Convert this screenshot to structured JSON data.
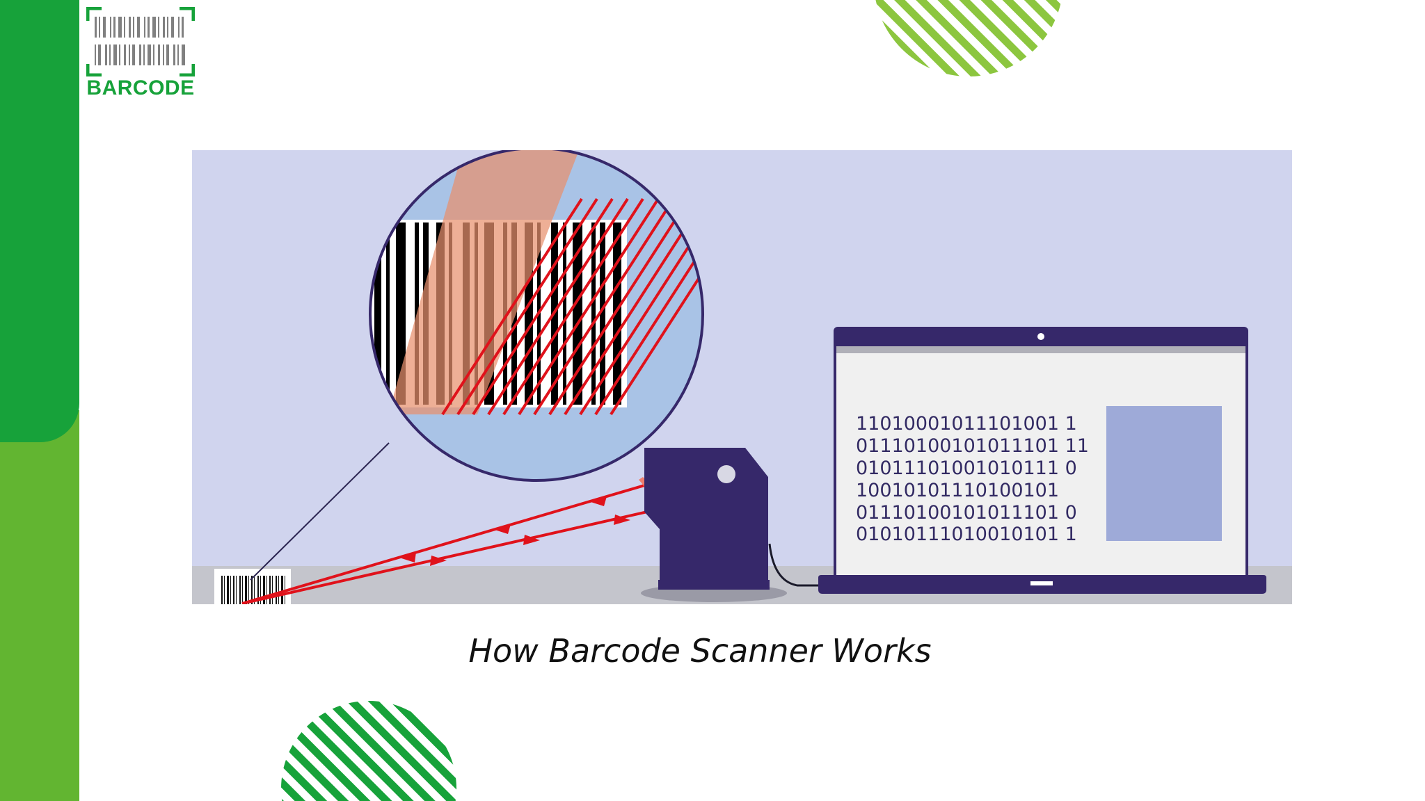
{
  "logo": {
    "text": "BARCODE"
  },
  "illustration": {
    "binary_lines": [
      "11010001011101001 1",
      "01110100101011101 11",
      "01011101001010111 0",
      "10010101110100101",
      "01110100101011101 0",
      "01010111010010101 1"
    ]
  },
  "caption": {
    "text": "How Barcode Scanner Works"
  },
  "colors": {
    "green_dark": "#17a23a",
    "green_light": "#62b531",
    "stripe_light": "#8cc63f",
    "scene_bg": "#d0d4ee",
    "device_navy": "#36286a",
    "laser_red": "#e0121b"
  }
}
